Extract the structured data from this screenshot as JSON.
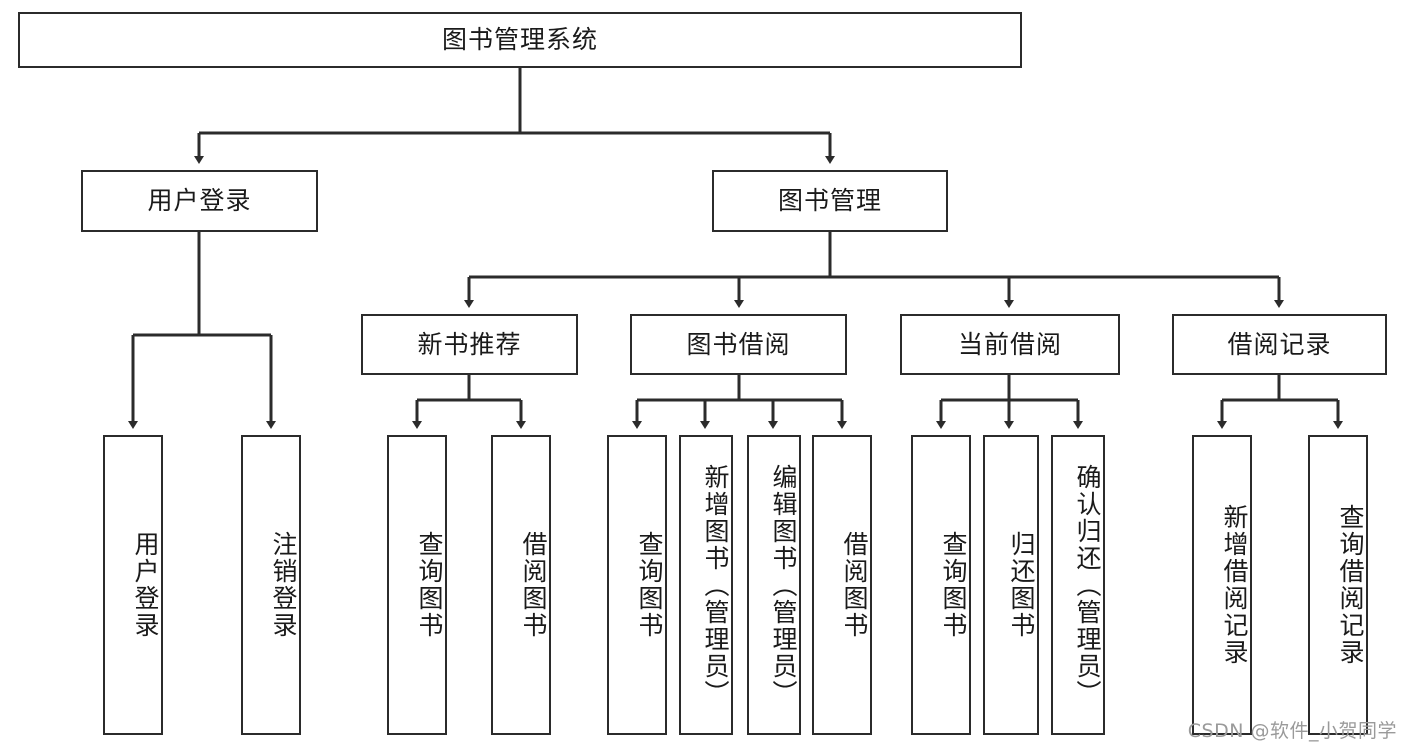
{
  "diagram": {
    "title": "图书管理系统",
    "watermark": "CSDN @软件_小贺同学",
    "line_color": "#2b2b2b",
    "box_fill": "#ffffff",
    "text_color": "#1a1a1a",
    "levels": {
      "root": {
        "label": "图书管理系统"
      },
      "level2": [
        {
          "label": "用户登录"
        },
        {
          "label": "图书管理"
        }
      ],
      "level3": [
        {
          "label": "新书推荐"
        },
        {
          "label": "图书借阅"
        },
        {
          "label": "当前借阅"
        },
        {
          "label": "借阅记录"
        }
      ],
      "leaves": {
        "user_login": [
          {
            "label": "用户登录"
          },
          {
            "label": "注销登录"
          }
        ],
        "new_book_recommend": [
          {
            "label": "查询图书"
          },
          {
            "label": "借阅图书"
          }
        ],
        "book_borrow": [
          {
            "label": "查询图书"
          },
          {
            "label": "新增图书（管理员）"
          },
          {
            "label": "编辑图书（管理员）"
          },
          {
            "label": "借阅图书"
          }
        ],
        "current_borrow": [
          {
            "label": "查询图书"
          },
          {
            "label": "归还图书"
          },
          {
            "label": "确认归还（管理员）"
          }
        ],
        "borrow_record": [
          {
            "label": "新增借阅记录"
          },
          {
            "label": "查询借阅记录"
          }
        ]
      }
    }
  }
}
